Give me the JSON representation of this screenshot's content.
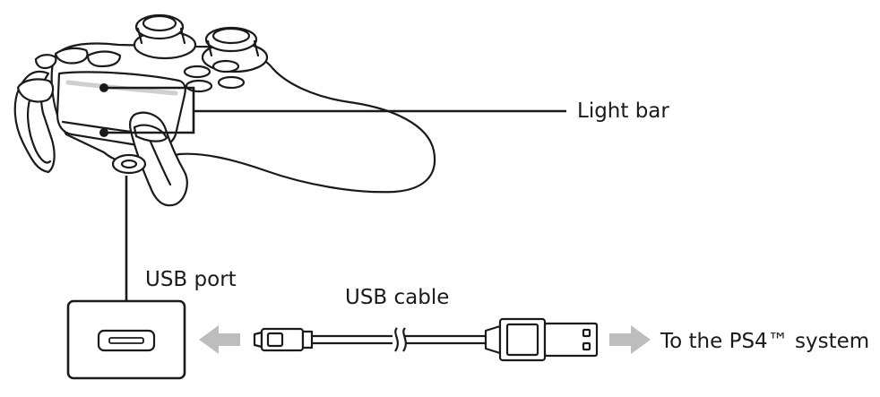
{
  "labels": {
    "light_bar": "Light bar",
    "usb_port": "USB port",
    "usb_cable": "USB cable",
    "to_system": "To the PS4™ system"
  },
  "colors": {
    "line": "#1a1a1a",
    "arrow": "#bdbdbd",
    "light_bar_highlight": "#d0d0d0"
  }
}
